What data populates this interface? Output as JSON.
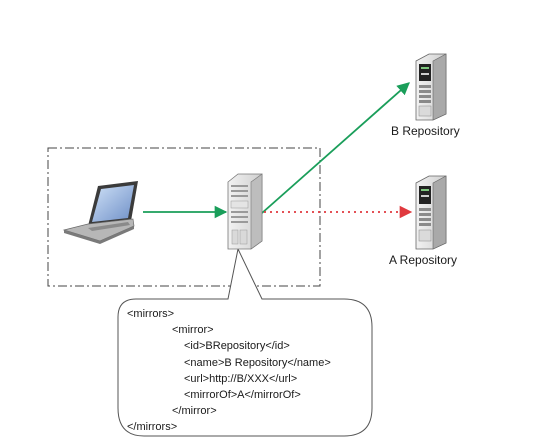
{
  "nodes": {
    "b_repository": {
      "label": "B Repository"
    },
    "a_repository": {
      "label": "A Repository"
    }
  },
  "icons": {
    "laptop": "laptop-icon",
    "proxy_server": "proxy-server-icon",
    "repo_server": "server-icon"
  },
  "edges": {
    "laptop_to_proxy": {
      "style": "solid",
      "color": "#1a9e5a"
    },
    "proxy_to_b": {
      "style": "solid",
      "color": "#1a9e5a"
    },
    "proxy_to_a": {
      "style": "dotted",
      "color": "#e0393e"
    }
  },
  "callout": {
    "lines": [
      "<mirrors>",
      "<mirror>",
      "<id>BRepository</id>",
      "<name>B Repository</name>",
      "<url>http://B/XXX</url>",
      "<mirrorOf>A</mirrorOf>",
      "</mirror>",
      "</mirrors>"
    ]
  }
}
